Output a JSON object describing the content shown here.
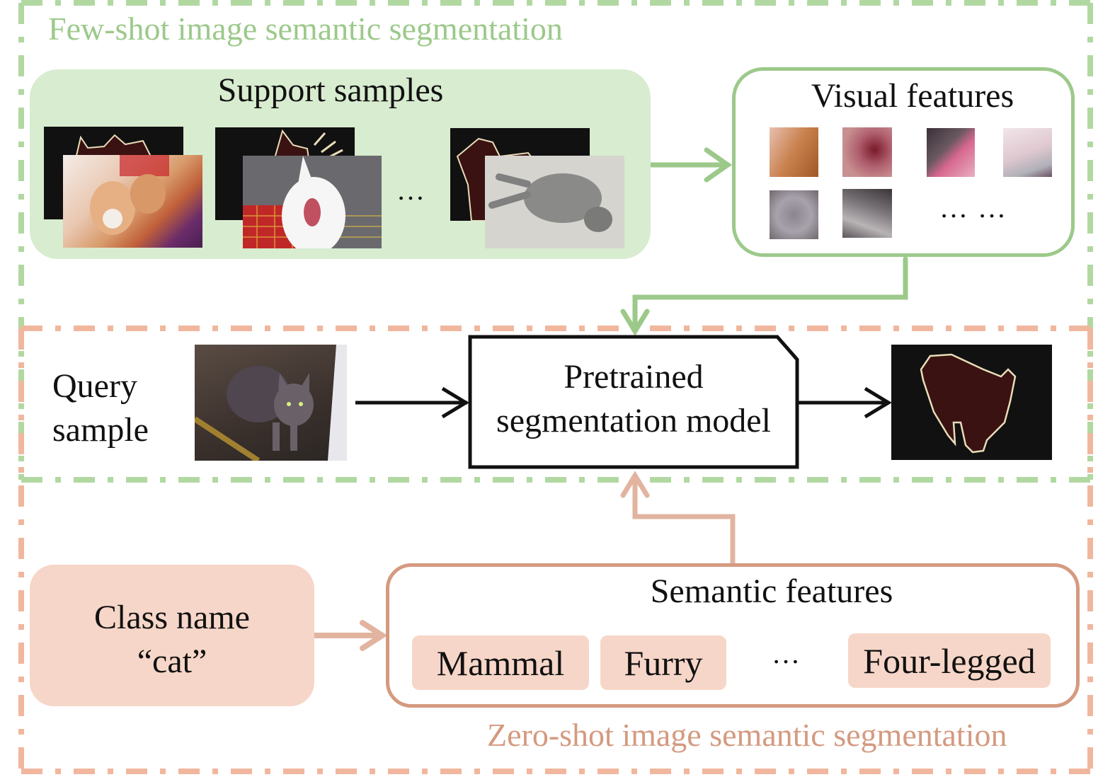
{
  "figure": {
    "few_shot_title": "Few-shot image semantic segmentation",
    "zero_shot_title": "Zero-shot image semantic segmentation",
    "colors": {
      "few_shot_green": "#9cc98a",
      "few_shot_fill": "#d8ecd0",
      "zero_shot_orange": "#d49a80",
      "zero_shot_fill": "#f6d6c8",
      "mask_background": "#111111",
      "mask_foreground": "#3a1212",
      "mask_outline": "#e8dcb8"
    }
  },
  "support": {
    "title": "Support samples",
    "ellipsis": "…",
    "samples": [
      {
        "image": "two orange-white kittens",
        "mask": "kitten silhouettes"
      },
      {
        "image": "white cat yawning in red plaid bed",
        "mask": "yawning cat silhouette"
      },
      {
        "image": "grey tabby cat lying on back",
        "mask": "lying cat silhouette"
      }
    ]
  },
  "visual": {
    "title": "Visual features",
    "ellipsis": "… …",
    "patches": [
      "orange fur",
      "pink nose",
      "dark ear",
      "white fur",
      "grey fur",
      "dark grey fur"
    ]
  },
  "query": {
    "label_line1": "Query",
    "label_line2": "sample",
    "image": "grey cat standing on tile floor"
  },
  "model": {
    "line1": "Pretrained",
    "line2": "segmentation model"
  },
  "output": {
    "mask": "predicted cat mask"
  },
  "class_name": {
    "line1": "Class name",
    "line2": "“cat”"
  },
  "semantic": {
    "title": "Semantic features",
    "chips": [
      "Mammal",
      "Furry",
      "Four-legged"
    ],
    "ellipsis": "…"
  }
}
